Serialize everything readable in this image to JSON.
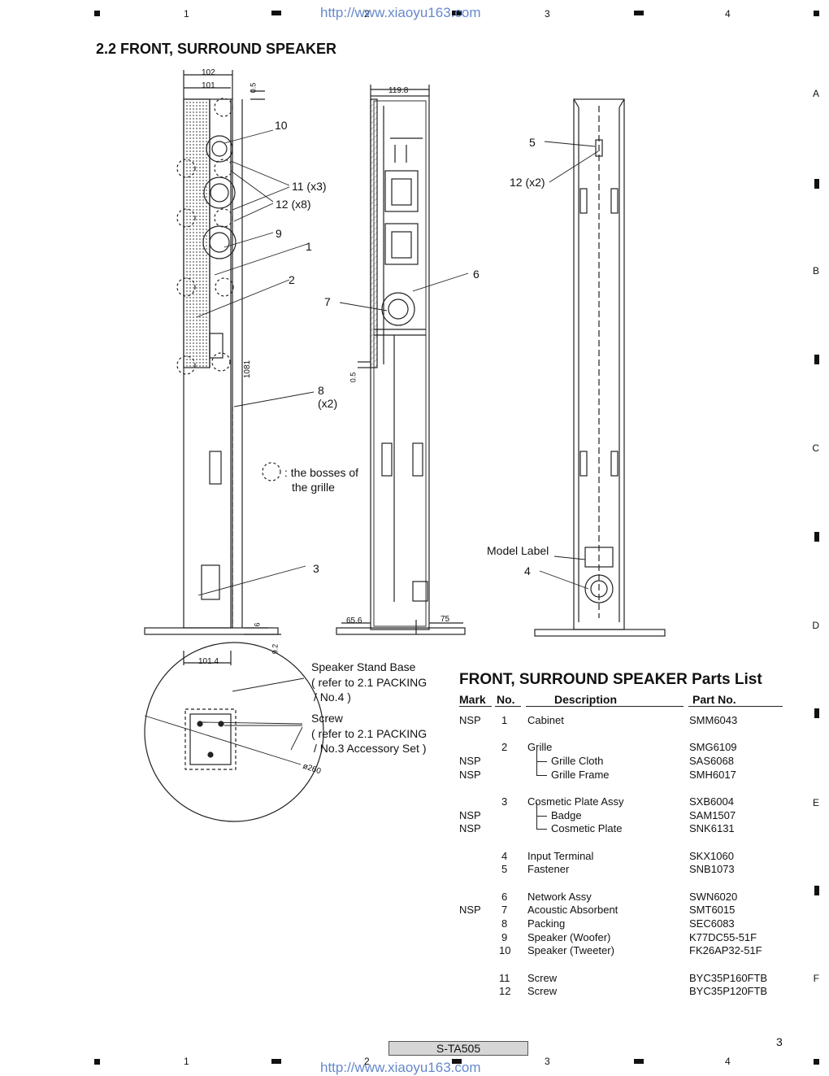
{
  "header": {
    "url": "http://www.xiaoyu163.com",
    "columns": [
      "1",
      "2",
      "3",
      "4"
    ],
    "rows": [
      "A",
      "B",
      "C",
      "D",
      "E",
      "F"
    ]
  },
  "section_title": "2.2   FRONT, SURROUND SPEAKER",
  "drawing": {
    "dims": {
      "d102": "102",
      "d101": "101",
      "d05a": "0.5",
      "d1198": "119.8",
      "d1081": "1081",
      "d05b": "0.5",
      "d6": "6",
      "d92": "9.2",
      "d656": "65.6",
      "d75": "75",
      "d1014": "101.4",
      "d260": "ø260"
    },
    "callouts": {
      "c10": "10",
      "c11": "11 (x3)",
      "c12a": "12 (x8)",
      "c9": "9",
      "c1": "1",
      "c2": "2",
      "c7": "7",
      "c6": "6",
      "c5": "5",
      "c12b": "12 (x2)",
      "c8": "8",
      "c8x": "(x2)",
      "c3": "3",
      "c4": "4",
      "model_label": "Model Label"
    },
    "legend": [
      ": the bosses of",
      "the grille"
    ],
    "stand_base": [
      "Speaker Stand Base",
      "( refer to 2.1 PACKING",
      "/ No.4 )"
    ],
    "screw": [
      "Screw",
      "( refer to 2.1 PACKING",
      "/ No.3  Accessory Set )"
    ]
  },
  "parts_list": {
    "title": "FRONT, SURROUND SPEAKER Parts List",
    "headers": {
      "mark": "Mark",
      "no": "No.",
      "desc": "Description",
      "part": "Part No."
    },
    "rows": [
      {
        "mark": "NSP",
        "no": "1",
        "desc": "Cabinet",
        "part": "SMM6043"
      },
      {
        "mark": "",
        "no": "2",
        "desc": "Grille",
        "part": "SMG6109"
      },
      {
        "mark": "NSP",
        "no": "",
        "desc": "Grille Cloth",
        "part": "SAS6068",
        "sub": true
      },
      {
        "mark": "NSP",
        "no": "",
        "desc": "Grille Frame",
        "part": "SMH6017",
        "sub": true,
        "last": true
      },
      {
        "mark": "",
        "no": "3",
        "desc": "Cosmetic Plate Assy",
        "part": "SXB6004"
      },
      {
        "mark": "NSP",
        "no": "",
        "desc": "Badge",
        "part": "SAM1507",
        "sub": true
      },
      {
        "mark": "NSP",
        "no": "",
        "desc": "Cosmetic Plate",
        "part": "SNK6131",
        "sub": true,
        "last": true
      },
      {
        "mark": "",
        "no": "4",
        "desc": "Input Terminal",
        "part": "SKX1060"
      },
      {
        "mark": "",
        "no": "5",
        "desc": "Fastener",
        "part": "SNB1073"
      },
      {
        "mark": "",
        "no": "6",
        "desc": "Network Assy",
        "part": "SWN6020"
      },
      {
        "mark": "NSP",
        "no": "7",
        "desc": "Acoustic Absorbent",
        "part": "SMT6015"
      },
      {
        "mark": "",
        "no": "8",
        "desc": "Packing",
        "part": "SEC6083"
      },
      {
        "mark": "",
        "no": "9",
        "desc": "Speaker (Woofer)",
        "part": "K77DC55-51F"
      },
      {
        "mark": "",
        "no": "10",
        "desc": "Speaker (Tweeter)",
        "part": "FK26AP32-51F"
      },
      {
        "mark": "",
        "no": "11",
        "desc": "Screw",
        "part": "BYC35P160FTB"
      },
      {
        "mark": "",
        "no": "12",
        "desc": "Screw",
        "part": "BYC35P120FTB"
      }
    ]
  },
  "footer": {
    "model": "S-TA505",
    "page": "3"
  }
}
